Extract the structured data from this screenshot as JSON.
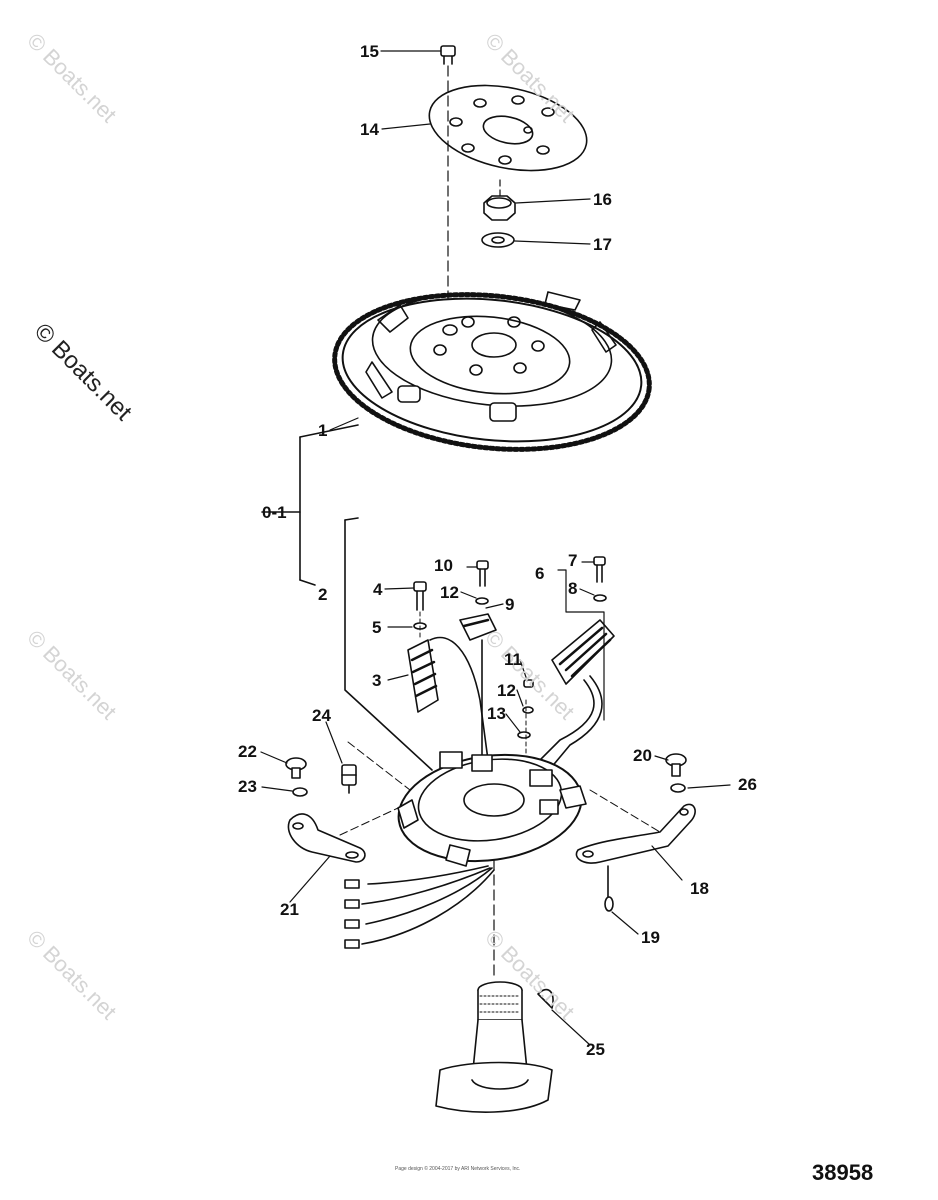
{
  "watermarks": {
    "main": "© Boats.net",
    "faint": "© Boats.net"
  },
  "callouts": {
    "c15": "15",
    "c14": "14",
    "c16": "16",
    "c17": "17",
    "c1": "1",
    "c01": "0-1",
    "c2": "2",
    "c10": "10",
    "c7": "7",
    "c6": "6",
    "c8": "8",
    "c4": "4",
    "c12a": "12",
    "c9": "9",
    "c5": "5",
    "c11": "11",
    "c3": "3",
    "c12b": "12",
    "c13": "13",
    "c24": "24",
    "c22": "22",
    "c20": "20",
    "c23": "23",
    "c26": "26",
    "c18": "18",
    "c21": "21",
    "c19": "19",
    "c25": "25"
  },
  "footer": {
    "copyright": "Page design © 2004-2017 by ARI Network Services, Inc.",
    "drawing_number": "38958"
  }
}
